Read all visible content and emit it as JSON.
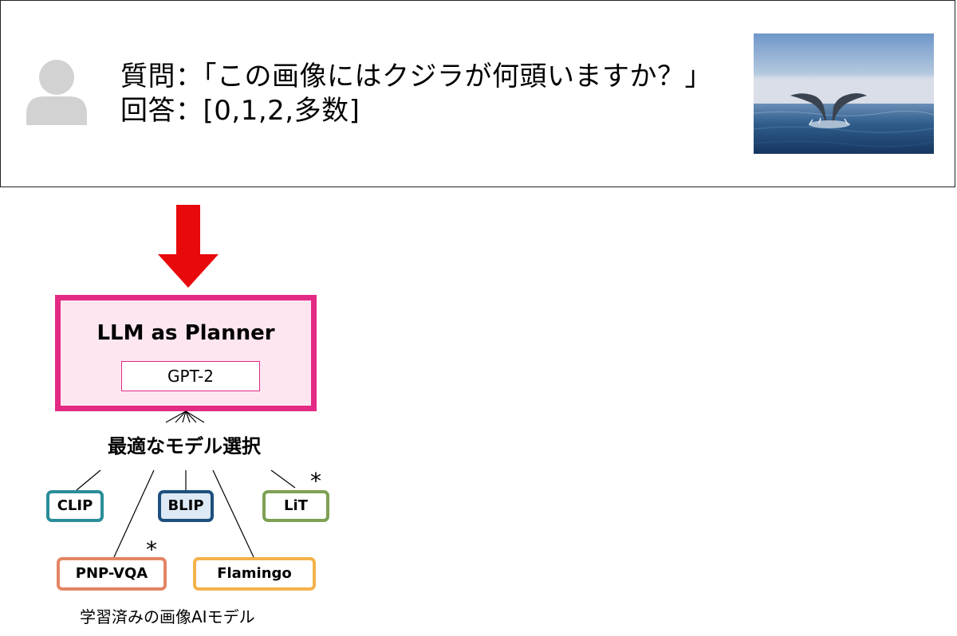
{
  "question_panel": {
    "question_line": "質問：「この画像にはクジラが何頭いますか？」",
    "answer_line": "回答：[0,1,2,多数]"
  },
  "planner": {
    "title": "LLM as Planner",
    "model": "GPT-2"
  },
  "selection_label": "最適なモデル選択",
  "models": {
    "clip": "CLIP",
    "blip": "BLIP",
    "lit": "LiT",
    "pnp_vqa": "PNP-VQA",
    "flamingo": "Flamingo"
  },
  "star_mark": "*",
  "caption": "学習済みの画像AIモデル",
  "colors": {
    "arrow": "#e8090d",
    "planner_border": "#e32a84",
    "planner_fill": "#fde6f0",
    "clip": "#2a8d99",
    "blip": "#1d4f7e",
    "lit": "#7ea154",
    "pnp_vqa": "#e38565",
    "flamingo": "#f4b24c"
  },
  "icons": [
    "user-avatar-icon",
    "whale-tail-photo",
    "down-arrow-icon"
  ]
}
